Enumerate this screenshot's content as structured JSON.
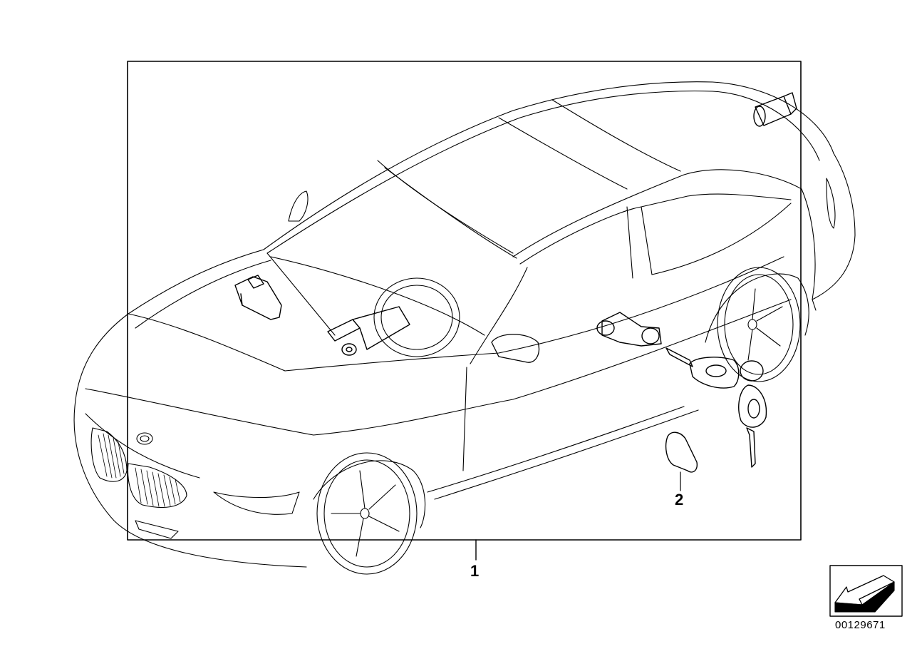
{
  "diagram": {
    "callouts": [
      {
        "id": "1",
        "label": "1",
        "part": "lock-set-kit"
      },
      {
        "id": "2",
        "label": "2",
        "part": "key-blank-label"
      }
    ],
    "reference_number": "00129671",
    "colors": {
      "line": "#000000",
      "background": "#ffffff",
      "arrow_fill": "#000000"
    },
    "icons": [
      "car-outline-icon",
      "direction-arrow-icon"
    ]
  }
}
